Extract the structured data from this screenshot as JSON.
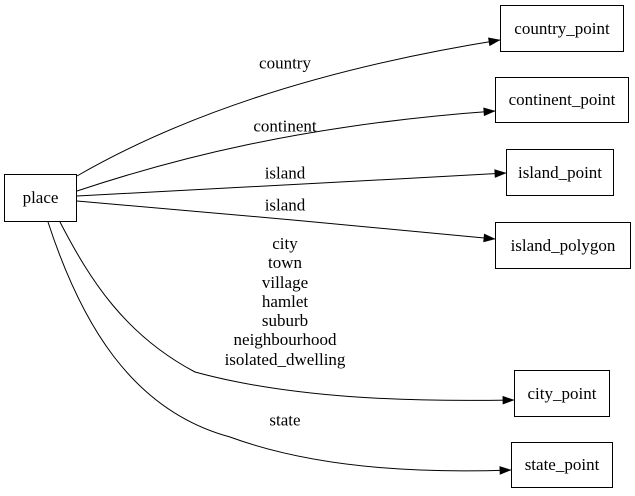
{
  "diagram": {
    "type": "directed-graph",
    "background_color": "#ffffff",
    "stroke_color": "#000000",
    "text_color": "#000000",
    "nodes": [
      {
        "id": "place",
        "label": "place"
      },
      {
        "id": "country_point",
        "label": "country_point"
      },
      {
        "id": "continent_point",
        "label": "continent_point"
      },
      {
        "id": "island_point",
        "label": "island_point"
      },
      {
        "id": "island_polygon",
        "label": "island_polygon"
      },
      {
        "id": "city_point",
        "label": "city_point"
      },
      {
        "id": "state_point",
        "label": "state_point"
      }
    ],
    "edges": [
      {
        "from": "place",
        "to": "country_point",
        "label": "country"
      },
      {
        "from": "place",
        "to": "continent_point",
        "label": "continent"
      },
      {
        "from": "place",
        "to": "island_point",
        "label": "island"
      },
      {
        "from": "place",
        "to": "island_polygon",
        "label": "island"
      },
      {
        "from": "place",
        "to": "city_point",
        "label": "city\ntown\nvillage\nhamlet\nsuburb\nneighbourhood\nisolated_dwelling"
      },
      {
        "from": "place",
        "to": "state_point",
        "label": "state"
      }
    ]
  }
}
